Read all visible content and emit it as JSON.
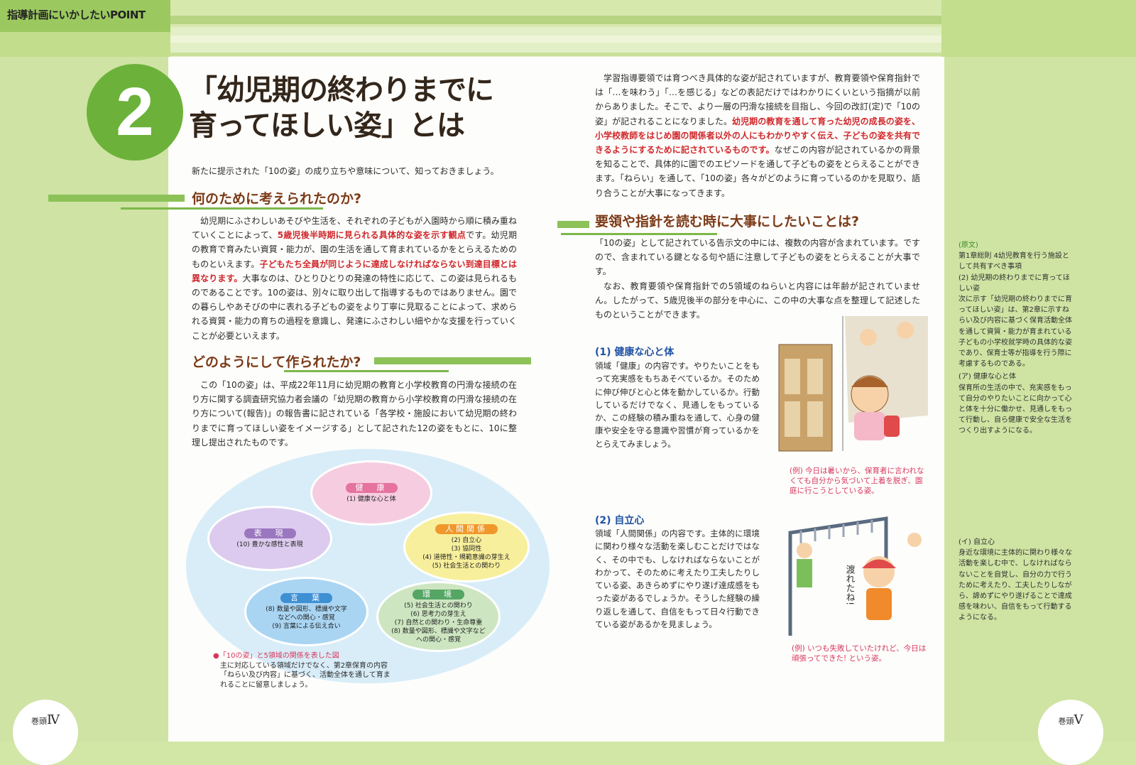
{
  "header": {
    "section_label": "指導計画にいかしたいPOINT"
  },
  "title": {
    "number": "2",
    "line1": "「幼児期の終わりまでに",
    "line2": "育ってほしい姿」とは"
  },
  "intro": "新たに提示された「10の姿」の成り立ちや意味について、知っておきましょう。",
  "section1": {
    "heading": "何のために考えられたのか?",
    "body": [
      {
        "t": "幼児期にふさわしいあそびや生活を、それぞれの子どもが入園時から順に積み重ねていくことによって、"
      },
      {
        "t": "5歳児後半時期に見られる具体的な姿を示す観点",
        "em": true
      },
      {
        "t": "です。幼児期の教育で育みたい資質・能力が、園の生活を通して育まれているかをとらえるためのものといえます。"
      },
      {
        "t": "子どもたち全員が同じように達成しなければならない到達目標とは異なります。",
        "em": true
      },
      {
        "t": "大事なのは、ひとりひとりの発達の特性に応じて、この姿は見られるものであることです。10の姿は、別々に取り出して指導するものではありません。園での暮らしやあそびの中に表れる子どもの姿をより丁寧に見取ることによって、求められる資質・能力の育ちの過程を意識し、発達にふさわしい細やかな支援を行っていくことが必要といえます。"
      }
    ]
  },
  "section2": {
    "heading": "どのようにして作られたか?",
    "body": [
      {
        "t": "この「10の姿」は、平成22年11月に幼児期の教育と小学校教育の円滑な接続の在り方に関する調査研究協力者会議の「幼児期の教育から小学校教育の円滑な接続の在り方について(報告)」の報告書に記されている「各学校・施設において幼児期の終わりまでに育ってほしい姿をイメージする」として記された12の姿をもとに、10に整理し提出されたものです。"
      }
    ]
  },
  "diagram": {
    "domains": [
      {
        "label": "健　康",
        "items": [
          "(1) 健康な心と体"
        ],
        "color": "#e5739e",
        "fill": "#f6cde0"
      },
      {
        "label": "表　現",
        "items": [
          "(10) 豊かな感性と表現"
        ],
        "color": "#9b77bf",
        "fill": "#dccbee"
      },
      {
        "label": "人間関係",
        "items": [
          "(2) 自立心",
          "(3) 協同性",
          "(4) 道徳性・規範意識の芽生え",
          "(5) 社会生活との関わり"
        ],
        "color": "#f0982c",
        "fill": "#f8ef9c"
      },
      {
        "label": "言　葉",
        "items": [
          "(8) 数量や図形、標識や文字",
          "などへの関心・感覚",
          "(9) 言葉による伝え合い"
        ],
        "color": "#3f8fd3",
        "fill": "#a9d5f3"
      },
      {
        "label": "環　境",
        "items": [
          "(5) 社会生活との関わり",
          "(6) 思考力の芽生え",
          "(7) 自然との関わり・生命尊重",
          "(8) 数量や図形、標識や文字など",
          "への関心・感覚"
        ],
        "color": "#55a565",
        "fill": "#cde6c1"
      }
    ],
    "caption_title": "●「10の姿」と5領域の関係を表した図",
    "caption_body": "主に対応している領域だけでなく、第2章保育の内容「ねらい及び内容」に基づく、活動全体を通して育まれることに留意しましょう。"
  },
  "right": {
    "intro_body": [
      {
        "t": "学習指導要領では育つべき具体的な姿が記されていますが、教育要領や保育指針では「…を味わう」「…を感じる」などの表記だけではわかりにくいという指摘が以前からありました。そこで、より一層の円滑な接続を目指し、今回の改訂(定)で「10の姿」が記されることになりました。"
      },
      {
        "t": "幼児期の教育を通して育った幼児の成長の姿を、小学校教師をはじめ園の関係者以外の人にもわかりやすく伝え、子どもの姿を共有できるようにするために記されているものです。",
        "em": true
      },
      {
        "t": "なぜこの内容が記されているかの背景を知ることで、具体的に園でのエピソードを通して子どもの姿をとらえることができます。「ねらい」を通して、「10の姿」各々がどのように育っているのかを見取り、語り合うことが大事になってきます。"
      }
    ],
    "section3": {
      "heading": "要領や指針を読む時に大事にしたいことは?",
      "p1": "「10の姿」として記されている告示文の中には、複数の内容が含まれています。ですので、含まれている鍵となる句や語に注意して子どもの姿をとらえることが大事です。",
      "p2": "なお、教育要領や保育指針での5領域のねらいと内容には年齢が記されていません。したがって、5歳児後半の部分を中心に、この中の大事な点を整理して記述したものということができます。"
    },
    "item1": {
      "heading": "(1) 健康な心と体",
      "body": "領域「健康」の内容です。やりたいことをもって充実感をもちあそべているか。そのために伸び伸びと心と体を動かしているか。行動しているだけでなく、見通しをもっているか、この経験の積み重ねを通して、心身の健康や安全を守る意識や習慣が育っているかをとらえてみましょう。",
      "caption": "(例) 今日は暑いから、保育者に言われなくても自分から気づいて上着を脱ぎ、園庭に行こうとしている姿。"
    },
    "item2": {
      "heading": "(2) 自立心",
      "body": "領域「人間関係」の内容です。主体的に環境に関わり様々な活動を楽しむことだけではなく、その中でも、しなければならないことがわかって、そのために考えたり工夫したりしている姿、あきらめずにやり遂げ達成感をもった姿があるでしょうか。そうした経験の繰り返しを通して、自信をもって日々行動できている姿があるかを見ましょう。",
      "speech": "渡れたね!",
      "caption": "(例) いつも失敗していたけれど、今日は頑張ってできた! という姿。"
    }
  },
  "sidebar": {
    "label": "(原文)",
    "block1": "第1章総則 4幼児教育を行う施設として共有すべき事項",
    "block2": "(2) 幼児期の終わりまでに育ってほしい姿",
    "block3": "次に示す「幼児期の終わりまでに育ってほしい姿」は、第2章に示すねらい及び内容に基づく保育活動全体を通して資質・能力が育まれている子どもの小学校就学時の具体的な姿であり、保育士等が指導を行う際に考慮するものである。",
    "a_title": "(ア) 健康な心と体",
    "a_body": "保育所の生活の中で、充実感をもって自分のやりたいことに向かって心と体を十分に働かせ、見通しをもって行動し、自ら健康で安全な生活をつくり出すようになる。",
    "b_title": "(イ) 自立心",
    "b_body": "身近な環境に主体的に関わり様々な活動を楽しむ中で、しなければならないことを自覚し、自分の力で行うために考えたり、工夫したりしながら、諦めずにやり遂げることで達成感を味わい、自信をもって行動するようになる。"
  },
  "footer": {
    "left_prefix": "巻頭",
    "left_num": "Ⅳ",
    "right_prefix": "巻頭",
    "right_num": "V"
  },
  "colors": {
    "green": "#6cb23a",
    "heading_brown": "#7b3a17",
    "emphasis_red": "#d0282c",
    "subheading_blue": "#2152a3",
    "caption_pink": "#d8365e"
  }
}
